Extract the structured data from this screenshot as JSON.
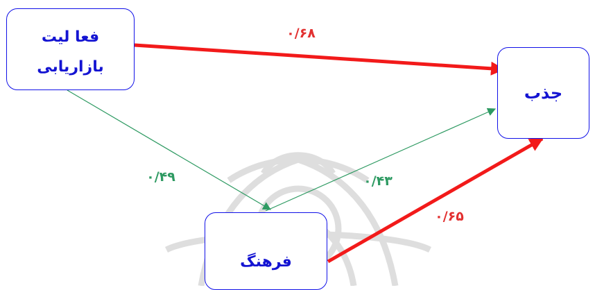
{
  "nodes": {
    "marketing": {
      "line1": "فعا لیت",
      "line2": "بازاریابی"
    },
    "attraction": {
      "label": "جذب"
    },
    "culture": {
      "label": "فرهنگ"
    }
  },
  "edges": {
    "marketing_to_attraction": "۰/۶۸",
    "marketing_to_culture": "۰/۴۹",
    "culture_to_attraction_thin": "۰/۴۳",
    "culture_to_attraction_thick": "۰/۶۵"
  },
  "colors": {
    "node_border": "#1010e8",
    "node_text": "#1414d2",
    "strong_path": "#f21a1a",
    "weak_path": "#2e9a62",
    "watermark": "#c9c9c9"
  }
}
